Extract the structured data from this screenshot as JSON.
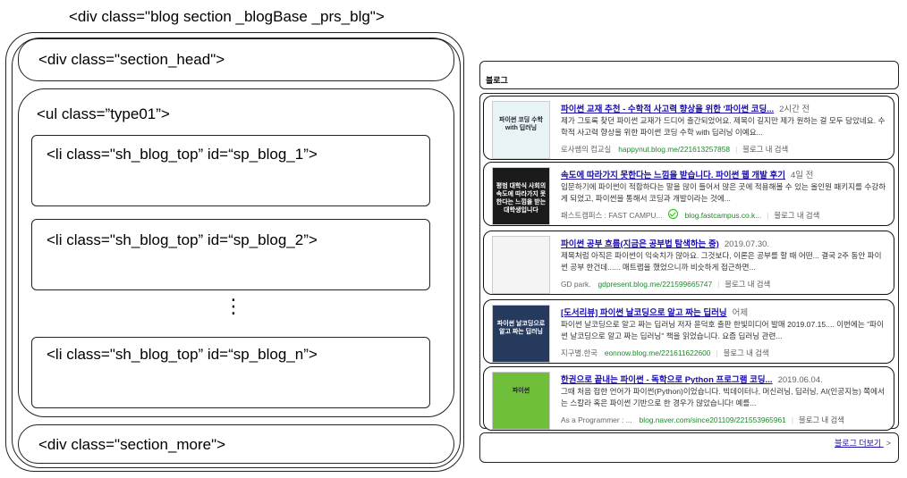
{
  "diagram": {
    "blog_div": "<div class=\"blog section _blogBase _prs_blg\">",
    "section_head": "<div class=\"section_head\">",
    "ul_type": "<ul class=”type01”>",
    "li_1": "<li class=\"sh_blog_top” id=“sp_blog_1”>",
    "li_2": "<li class=\"sh_blog_top” id=“sp_blog_2”>",
    "li_n": "<li class=\"sh_blog_top” id=“sp_blog_n”>",
    "ellipsis": "⋮",
    "section_more": "<div class=\"section_more\">"
  },
  "blog": {
    "header": "블로그",
    "more_label": "블로그 더보기",
    "more_chevron": ">",
    "items": [
      {
        "title": "파이썬 교재 추천 - 수학적 사고력 향상을 위한 '파이썬 코딩...",
        "time": "2시간 전",
        "desc": "제가 그토록 찾던 파이썬 교재가 드디어 출간되었어요. 제목이 길지만 제가 원하는 걸 모두 담았네요. 수학적 사고력 향상을 위한 파이썬 코딩 수학 with 딥러닝 이예요...",
        "source": "로사쌤의 컴교실",
        "url": "happynut.blog.me/221613257858",
        "inside": "블로그 내 검색",
        "thumb_text": "파이썬 코딩 수학 with 딥러닝",
        "thumb_color": "#e8f3f6"
      },
      {
        "title": "속도에 따라가지 못한다는 느낌을 받습니다. 파이썬 웹 개발 후기",
        "time": "4일 전",
        "desc": "입문하기에 파이썬이 적합하다는 말을 많이 들어서 많은 곳에 적용해볼 수 있는 올인원 패키지를 수강하게 되었고, 파이썬을 통해서 코딩과 개발이라는 것에...",
        "source": "패스트캠퍼스 : FAST CAMPU...",
        "url": "blog.fastcampus.co.k...",
        "inside": "블로그 내 검색",
        "thumb_text": "평범 대학식 사회의 속도에 따라가지 못한다는 느낌을 받는 대학생입니다",
        "thumb_color": "#1b1b1b"
      },
      {
        "title": "파이썬 공부 흐름(지금은 공부법 탐색하는 중)",
        "time": "2019.07.30.",
        "desc": "제목처럼 아직은 파이썬이 익숙치가 않아요. 그것보다, 이론은 공부를 할 때 어떤... 결국 2주 동안 파이썬 공부 한건데...... 매트랩을 했었으니까 비슷하게 접근하면...",
        "source": "GD park.",
        "url": "gdpresent.blog.me/221599665747",
        "inside": "블로그 내 검색",
        "thumb_text": "",
        "thumb_color": "#f4f4f4"
      },
      {
        "title": "[도서리뷰] 파이썬 날코딩으로 알고 짜는 딥러닝",
        "time": "어제",
        "desc": "파이썬 날코딩으로 알고 짜는 딥러닝 저자 윤덕호 출판 한빛미디어 발매 2019.07.15.... 이번에는 \"파이썬 날코딩으로 알고 짜는 딥러닝\" 책을 읽었습니다. 요즘 딥러닝 관련...",
        "source": "지구별.한국",
        "url": "eonnow.blog.me/221611622600",
        "inside": "블로그 내 검색",
        "thumb_text": "파이썬 날코딩으로 알고 짜는 딥러닝",
        "thumb_color": "#263a5e"
      },
      {
        "title": "한권으로 끝내는 파이썬 - 독학으로 Python 프로그램 코딩...",
        "time": "2019.06.04.",
        "desc": "그때 처음 접한 언어가 파이썬(Python)이었습니다. 빅데이터나, 머신러닝, 딥러닝, AI(인공지능) 쪽에서는 스칼라 혹은 파이썬 기반으로 한 경우가 많았습니다! 예를...",
        "source": "As a Programmer : ...",
        "url": "blog.naver.com/since201109/221553965961",
        "inside": "블로그 내 검색",
        "thumb_text": "파이썬",
        "thumb_color": "#6fbf3b"
      }
    ]
  }
}
